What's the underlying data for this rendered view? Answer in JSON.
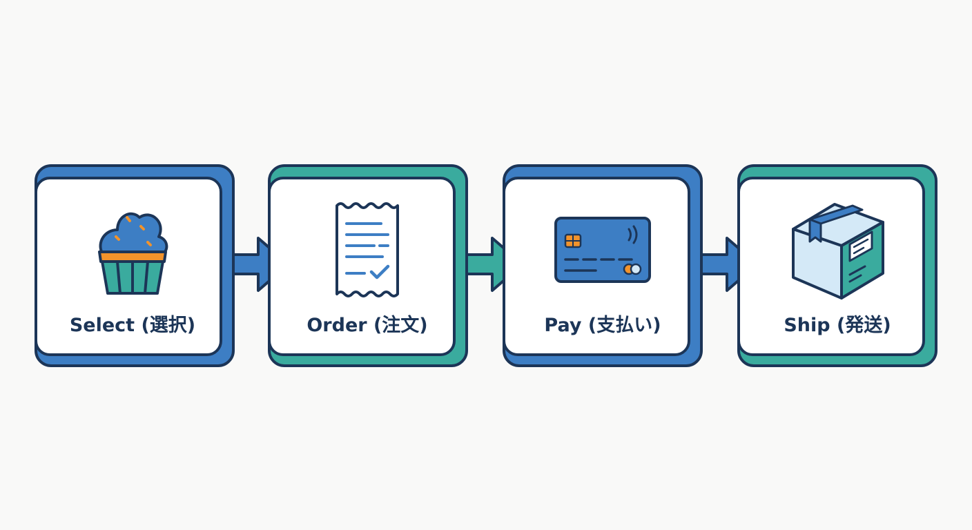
{
  "colors": {
    "background": "#f9f9f8",
    "card_fill": "#ffffff",
    "outline": "#1c3557",
    "blue": "#3d7ec4",
    "teal": "#3aab9e",
    "orange": "#f2932b",
    "light_blue": "#d4e9f7"
  },
  "steps": [
    {
      "label": "Select (選択)",
      "icon": "cupcake-icon",
      "shadow_color": "blue"
    },
    {
      "label": "Order (注文)",
      "icon": "receipt-icon",
      "shadow_color": "teal"
    },
    {
      "label": "Pay (支払い)",
      "icon": "credit-card-icon",
      "shadow_color": "blue"
    },
    {
      "label": "Ship (発送)",
      "icon": "box-icon",
      "shadow_color": "teal"
    }
  ],
  "arrows": [
    {
      "from": 0,
      "to": 1,
      "color": "blue"
    },
    {
      "from": 1,
      "to": 2,
      "color": "teal"
    },
    {
      "from": 2,
      "to": 3,
      "color": "blue"
    }
  ]
}
